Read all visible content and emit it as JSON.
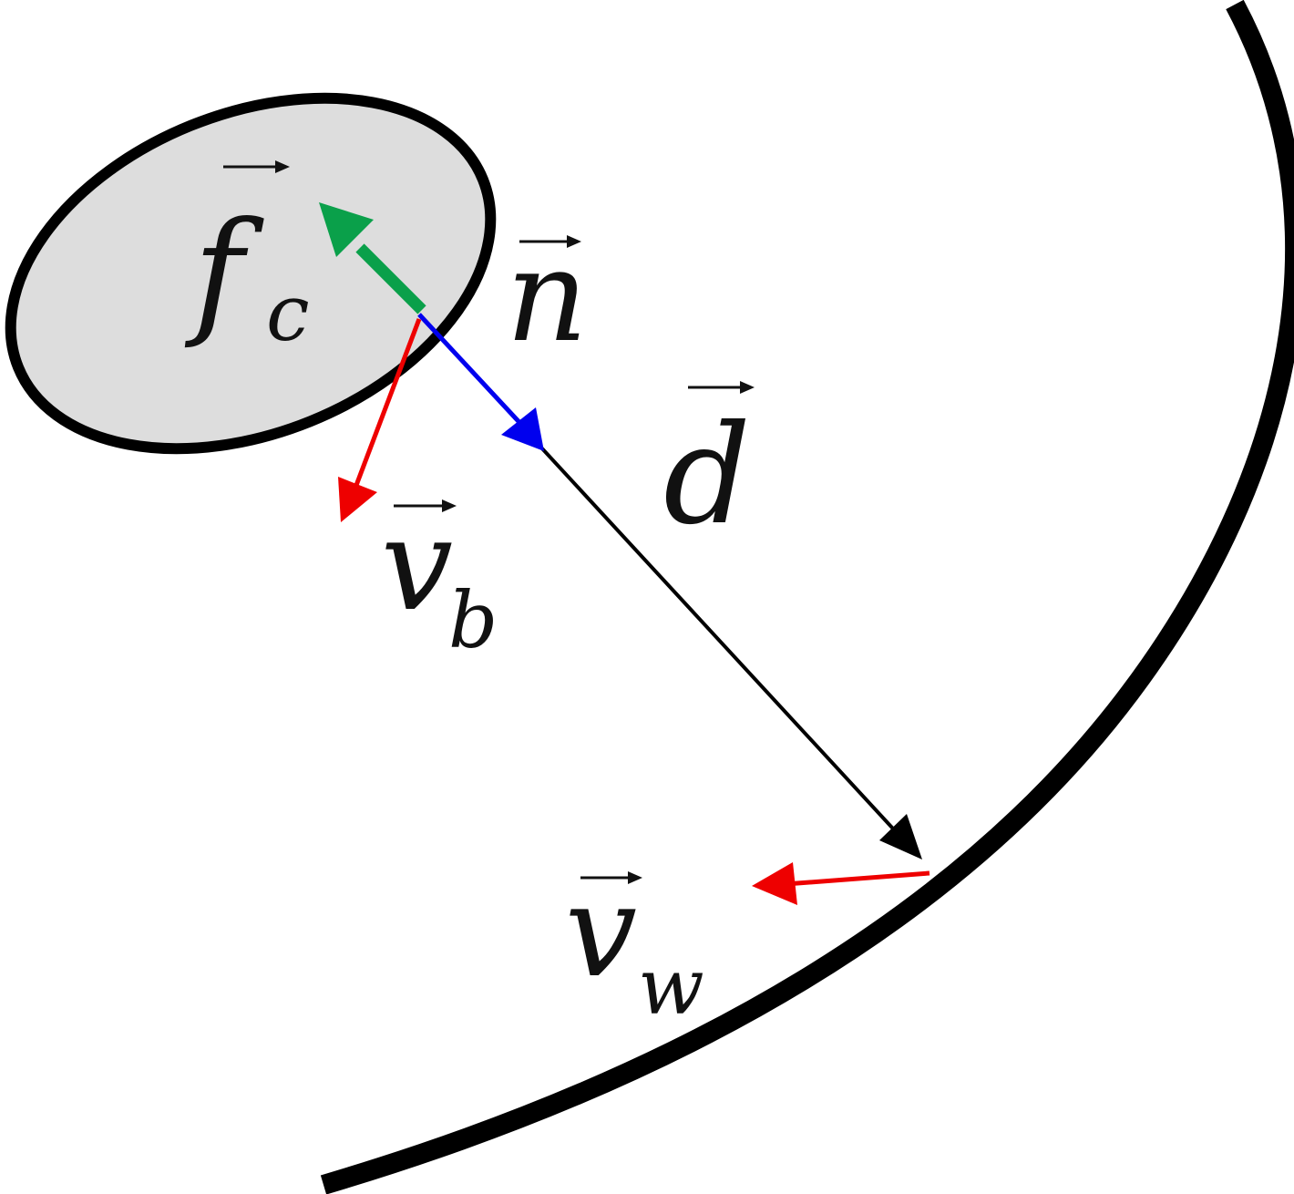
{
  "colors": {
    "outline": "#000000",
    "body_fill": "#dddddd",
    "contact_force": "#0aa04a",
    "normal": "#0000ee",
    "velocity": "#ee0000",
    "distance": "#000000"
  },
  "labels": {
    "contact_force": {
      "base": "f",
      "sub": "c"
    },
    "normal": {
      "base": "n",
      "sub": ""
    },
    "distance": {
      "base": "d",
      "sub": ""
    },
    "body_velocity": {
      "base": "v",
      "sub": "b"
    },
    "wall_velocity": {
      "base": "v",
      "sub": "w"
    }
  }
}
